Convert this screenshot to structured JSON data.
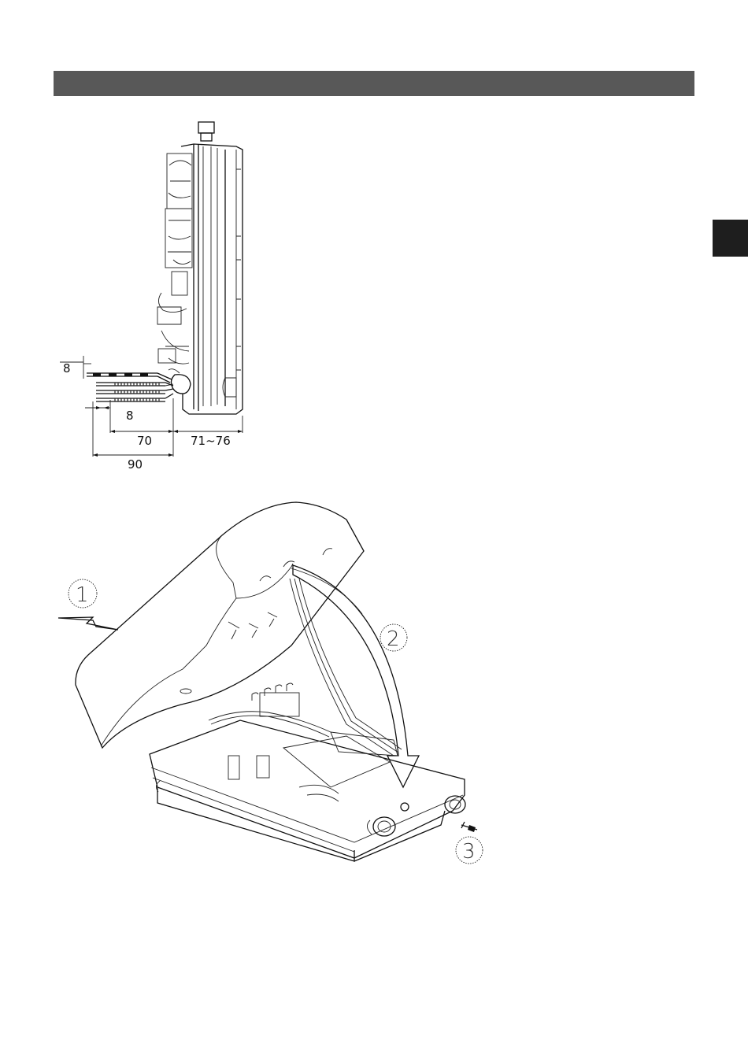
{
  "page": {
    "colors": {
      "header_bar": "#585858",
      "side_tab": "#1e1e1e"
    }
  },
  "figure_side": {
    "dimensions": {
      "strip_top": "8",
      "strip_inner": "8",
      "length_short": "70",
      "length_long": "90",
      "depth": "71~76"
    }
  },
  "figure_open": {
    "steps": {
      "step1": "1",
      "step2": "2",
      "step3": "3"
    }
  }
}
